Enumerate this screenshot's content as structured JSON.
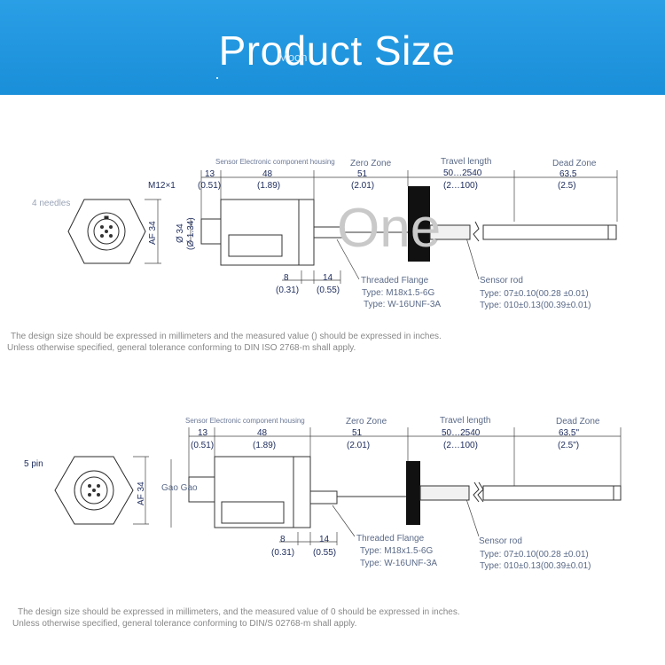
{
  "banner": {
    "title": "Product Size",
    "overlay_text": "Moon"
  },
  "drawing_top": {
    "housing_label": "Sensor Electronic component housing",
    "zero_zone": "Zero Zone",
    "travel_length": "Travel length",
    "dead_zone": "Dead Zone",
    "dim_13": "13",
    "dim_13_in": "(0.51)",
    "dim_48": "48",
    "dim_48_in": "(1.89)",
    "dim_51": "51",
    "dim_51_in": "(2.01)",
    "dim_travel": "50…2540",
    "dim_travel_in": "(2…100)",
    "dim_dead": "63.5",
    "dim_dead_in": "(2.5)",
    "thread": "M12×1",
    "needles": "4 needles",
    "af": "AF 34",
    "dia": "Ø 34",
    "dia_in": "(Ø 1.34)",
    "dim_8": "8",
    "dim_8_in": "(0.31)",
    "dim_14": "14",
    "dim_14_in": "(0.55)",
    "flange_label": "Threaded Flange",
    "flange_type1": "Type: M18x1.5-6G",
    "flange_type2": "Type: W-16UNF-3A",
    "rod_label": "Sensor rod",
    "rod_type1": "Type: 07±0.10(00.28 ±0.01)",
    "rod_type2": "Type: 010±0.13(00.39±0.01)",
    "watermark": "One",
    "note1": "The design size should be expressed in millimeters and the measured value () should be expressed in inches.",
    "note2": "Unless otherwise specified, general tolerance conforming to DIN ISO 2768-m shall apply."
  },
  "drawing_bottom": {
    "housing_label": "Sensor Electronic component housing",
    "zero_zone": "Zero Zone",
    "travel_length": "Travel length",
    "dead_zone": "Dead Zone",
    "dim_13": "13",
    "dim_13_in": "(0.51)",
    "dim_48": "48",
    "dim_48_in": "(1.89)",
    "dim_51": "51",
    "dim_51_in": "(2.01)",
    "dim_travel": "50…2540",
    "dim_travel_in": "(2…100)",
    "dim_dead": "63.5\"",
    "dim_dead_in": "(2.5\")",
    "pins": "5 pin",
    "gap": "Gao Gao",
    "af": "AF 34",
    "dim_8": "8",
    "dim_8_in": "(0.31)",
    "dim_14": "14",
    "dim_14_in": "(0.55)",
    "flange_label": "Threaded Flange",
    "flange_type1": "Type: M18x1.5-6G",
    "flange_type2": "Type: W-16UNF-3A",
    "rod_label": "Sensor rod",
    "rod_type1": "Type: 07±0.10(00.28 ±0.01)",
    "rod_type2": "Type: 010±0.13(00.39±0.01)",
    "note1": "The design size should be expressed in millimeters, and the measured value of 0 should be expressed in inches.",
    "note2": "Unless otherwise specified, general tolerance conforming to DIN/S 02768-m shall apply."
  }
}
